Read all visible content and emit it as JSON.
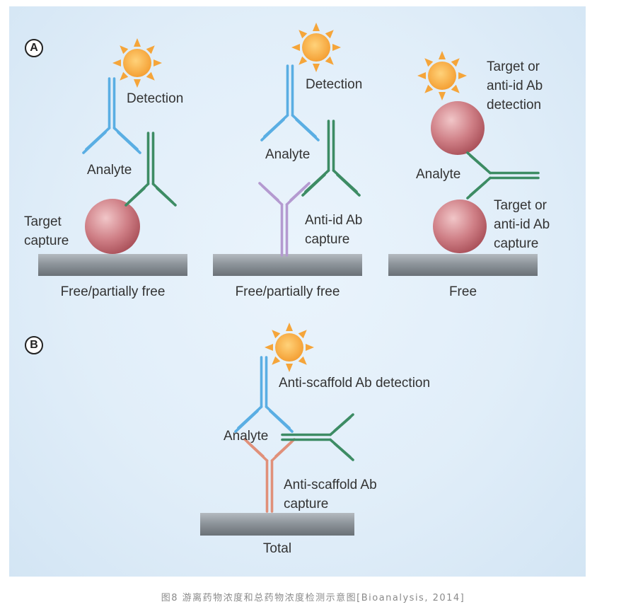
{
  "panels": {
    "a_badge": "A",
    "b_badge": "B"
  },
  "labels": {
    "a1_detection": "Detection",
    "a1_analyte": "Analyte",
    "a1_target_capture": "Target\ncapture",
    "a1_base": "Free/partially free",
    "a2_detection": "Detection",
    "a2_analyte": "Analyte",
    "a2_antiid_capture": "Anti-id Ab\ncapture",
    "a2_base": "Free/partially free",
    "a3_target_detection": "Target or\nanti-id Ab\ndetection",
    "a3_analyte": "Analyte",
    "a3_target_capture": "Target or\nanti-id Ab\ncapture",
    "a3_base": "Free",
    "b_detection": "Anti-scaffold Ab detection",
    "b_analyte": "Analyte",
    "b_capture": "Anti-scaffold Ab\ncapture",
    "b_base": "Total"
  },
  "caption": "图8 游离药物浓度和总药物浓度检测示意图[Bioanalysis, 2014]",
  "colors": {
    "detection_antibody": "#5aaee3",
    "analyte_antibody": "#3d8c64",
    "anti_id_capture": "#b49ad0",
    "anti_scaffold_capture": "#e0907a",
    "target_sphere": "#c2626a",
    "sun": "#f6a73a",
    "surface": "#8f969c",
    "background": "#e4f0fa"
  }
}
